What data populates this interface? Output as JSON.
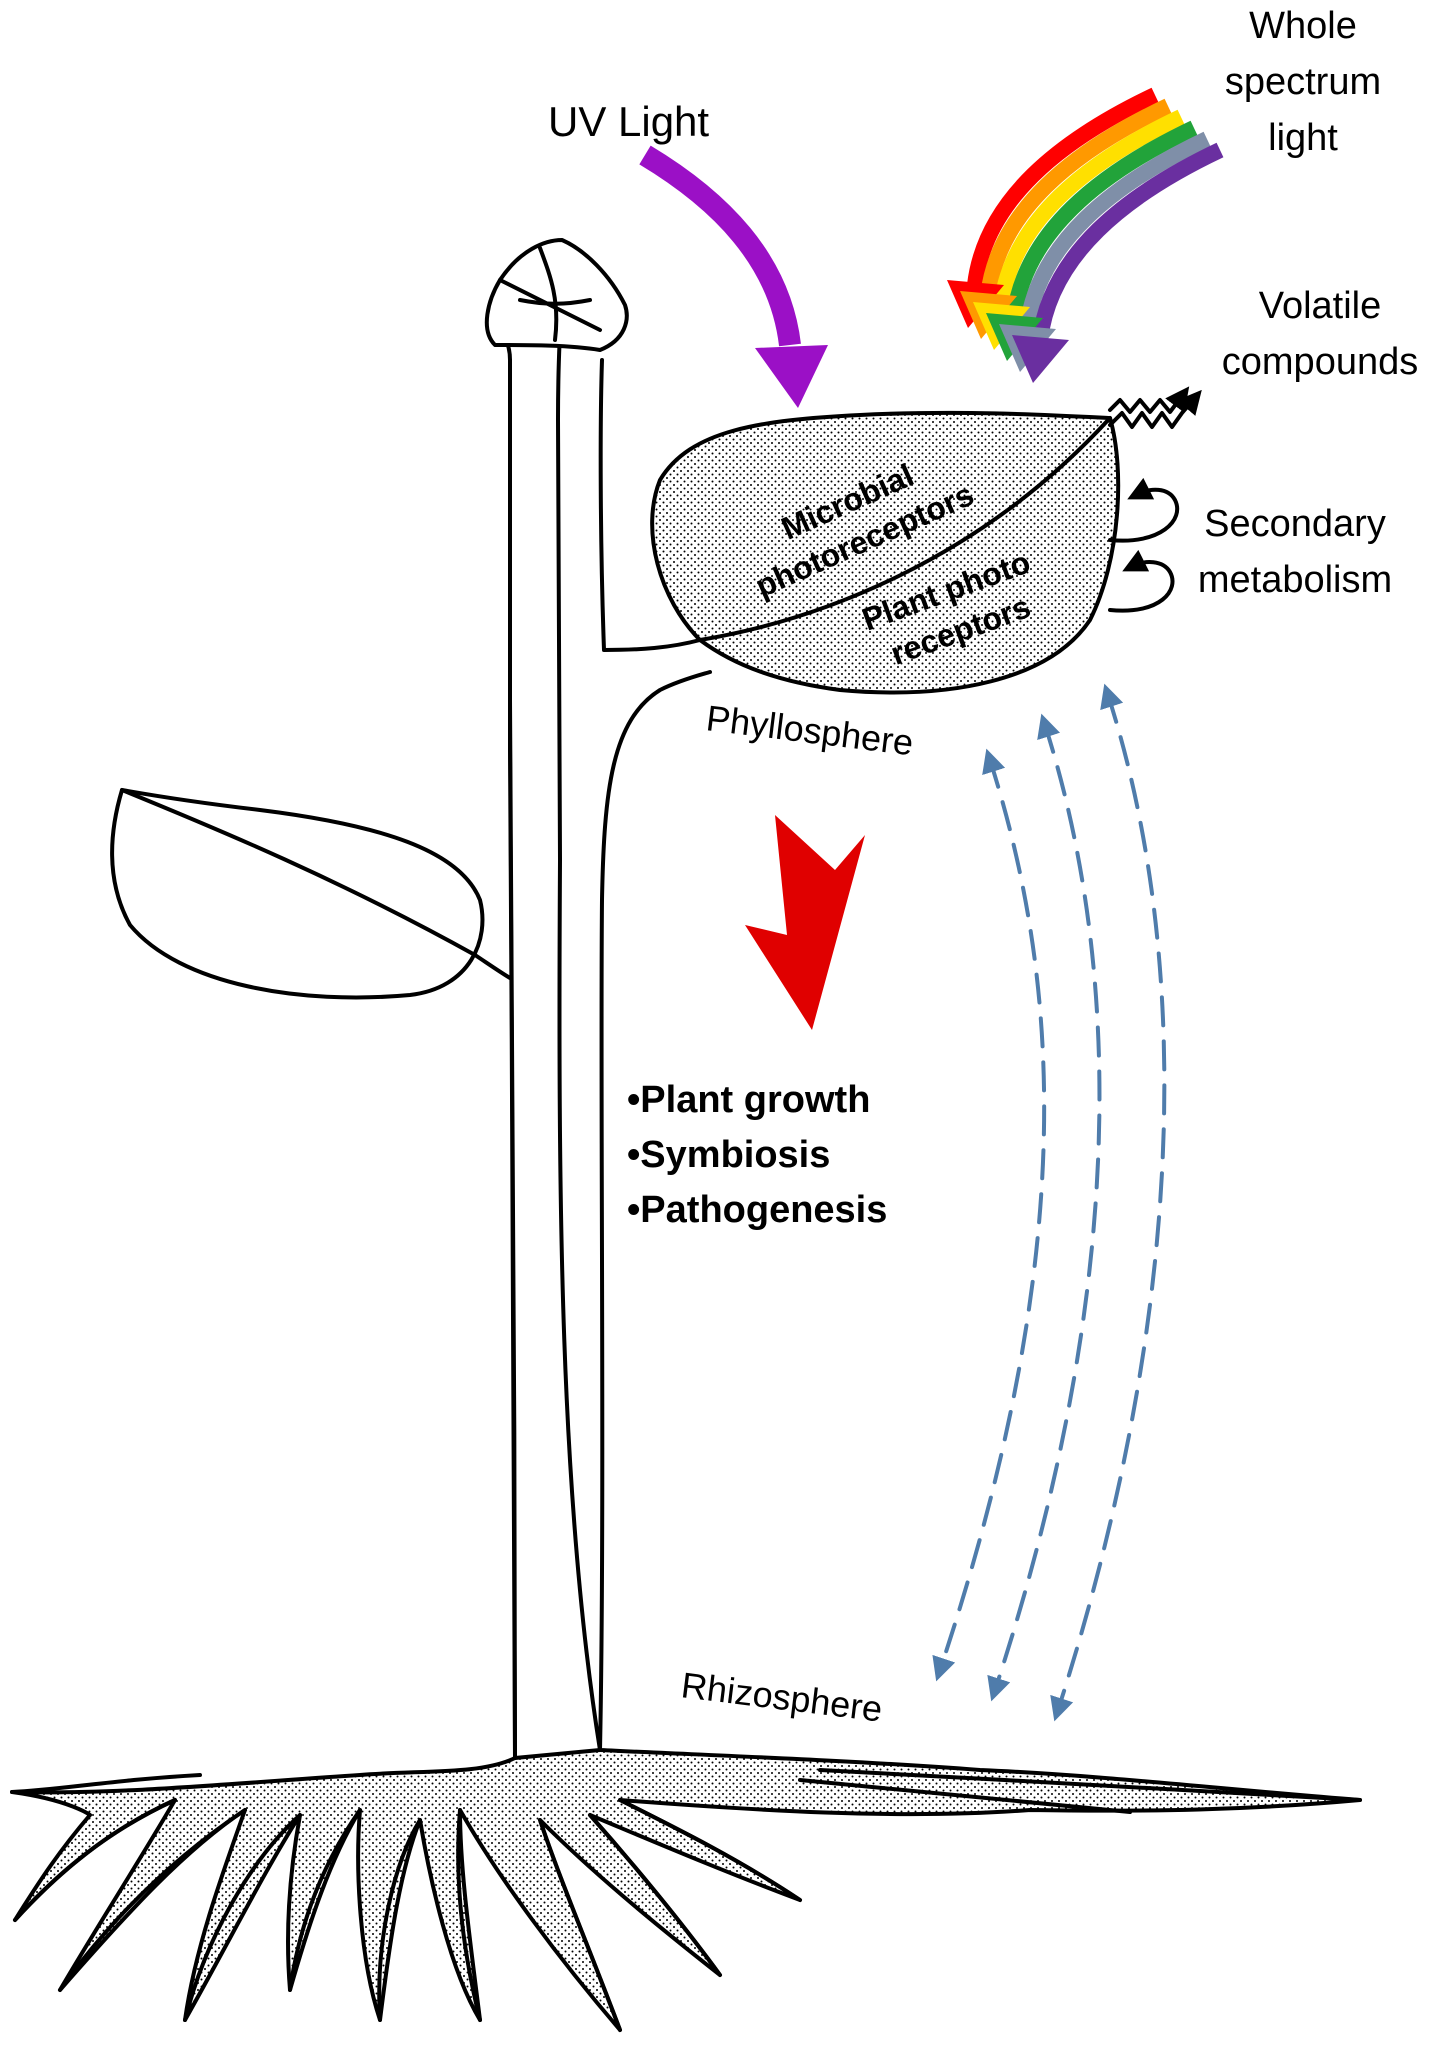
{
  "labels": {
    "uv_light": "UV Light",
    "whole_spectrum": [
      "Whole",
      "spectrum",
      "light"
    ],
    "volatile_compounds": [
      "Volatile",
      "compounds"
    ],
    "secondary_metabolism": [
      "Secondary",
      "metabolism"
    ],
    "microbial_photoreceptors": [
      "Microbial",
      "photoreceptors"
    ],
    "plant_photoreceptors": [
      "Plant photo",
      "receptors"
    ],
    "phyllosphere": "Phyllosphere",
    "rhizosphere": "Rhizosphere",
    "effects": [
      "•Plant growth",
      "•Symbiosis",
      "•Pathogenesis"
    ]
  },
  "colors": {
    "uv_arrow": "#9b10c6",
    "effect_arrow": "#e00000",
    "dashed_arrows": "#4f7cab",
    "rainbow": [
      "#ff0000",
      "#ff9900",
      "#ffe000",
      "#22a33a",
      "#7f8fa8",
      "#6a2fa0"
    ]
  }
}
